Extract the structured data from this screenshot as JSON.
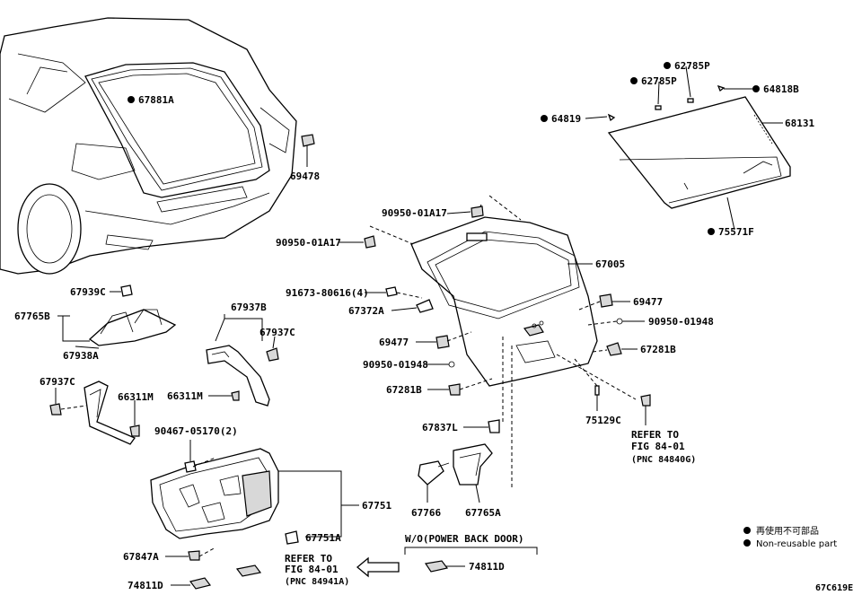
{
  "labels": {
    "p67881A": "67881A",
    "p69478": "69478",
    "p62785P_a": "62785P",
    "p62785P_b": "62785P",
    "p64818B": "64818B",
    "p64819": "64819",
    "p68131": "68131",
    "p75571F": "75571F",
    "p90950_01A17_a": "90950-01A17",
    "p90950_01A17_b": "90950-01A17",
    "p67005": "67005",
    "p91673": "91673-80616(4)",
    "p67372A": "67372A",
    "p69477_a": "69477",
    "p69477_b": "69477",
    "p90950_01948_a": "90950-01948",
    "p90950_01948_b": "90950-01948",
    "p67281B_a": "67281B",
    "p67281B_b": "67281B",
    "p67939C": "67939C",
    "p67765B": "67765B",
    "p67938A": "67938A",
    "p67937C_a": "67937C",
    "p67937B": "67937B",
    "p67937C_b": "67937C",
    "p66311M_a": "66311M",
    "p66311M_b": "66311M",
    "p90467": "90467-05170(2)",
    "p67751": "67751",
    "p67751A": "67751A",
    "p67847A": "67847A",
    "p74811D_a": "74811D",
    "p74811D_b": "74811D",
    "p67837L": "67837L",
    "p75129C": "75129C",
    "p67766": "67766",
    "p67765A": "67765A"
  },
  "refs": {
    "ref1_line1": "REFER TO",
    "ref1_line2": "FIG 84-01",
    "ref1_line3": "(PNC 84840G)",
    "ref2_line1": "REFER TO",
    "ref2_line2": "FIG 84-01",
    "ref2_line3": "(PNC 84941A)"
  },
  "variant_note": "W/O(POWER BACK DOOR)",
  "legend": {
    "jp": "再使用不可部品",
    "en": "Non-reusable part"
  },
  "figure_code": "67C619E"
}
